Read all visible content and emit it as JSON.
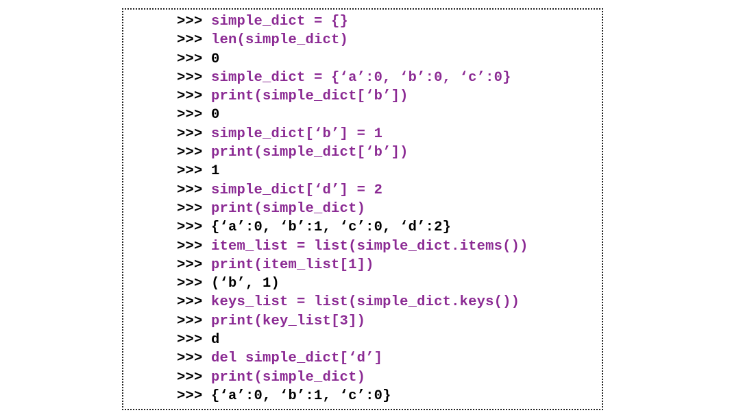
{
  "code_block": {
    "prompt": ">>>",
    "colors": {
      "input": "#8b2a93",
      "output": "#000000",
      "prompt": "#000000"
    },
    "lines": [
      {
        "text": "simple_dict = {}",
        "kind": "input"
      },
      {
        "text": "len(simple_dict)",
        "kind": "input"
      },
      {
        "text": "0",
        "kind": "output"
      },
      {
        "text": "simple_dict = {‘a’:0, ‘b’:0, ‘c’:0}",
        "kind": "input"
      },
      {
        "text": "print(simple_dict[‘b’])",
        "kind": "input"
      },
      {
        "text": "0",
        "kind": "output"
      },
      {
        "text": "simple_dict[‘b’] = 1",
        "kind": "input"
      },
      {
        "text": "print(simple_dict[‘b’])",
        "kind": "input"
      },
      {
        "text": "1",
        "kind": "output"
      },
      {
        "text": "simple_dict[‘d’] = 2",
        "kind": "input"
      },
      {
        "text": "print(simple_dict)",
        "kind": "input"
      },
      {
        "text": "{‘a’:0, ‘b’:1, ‘c’:0, ‘d’:2}",
        "kind": "output"
      },
      {
        "text": "item_list = list(simple_dict.items())",
        "kind": "input"
      },
      {
        "text": "print(item_list[1])",
        "kind": "input"
      },
      {
        "text": "(‘b’, 1)",
        "kind": "output"
      },
      {
        "text": "keys_list = list(simple_dict.keys())",
        "kind": "input"
      },
      {
        "text": "print(key_list[3])",
        "kind": "input"
      },
      {
        "text": "d",
        "kind": "output"
      },
      {
        "text": "del simple_dict[‘d’]",
        "kind": "input"
      },
      {
        "text": "print(simple_dict)",
        "kind": "input"
      },
      {
        "text": "{‘a’:0, ‘b’:1, ‘c’:0}",
        "kind": "output"
      }
    ]
  }
}
